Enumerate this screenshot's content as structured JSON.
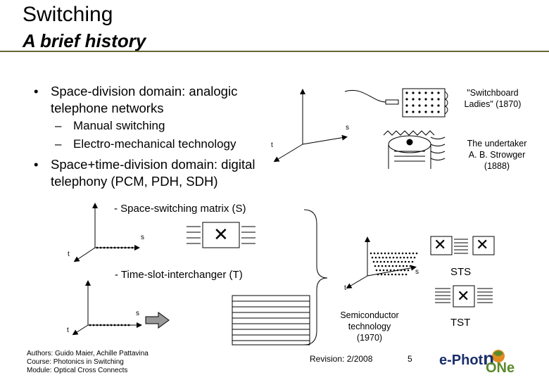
{
  "slide": {
    "title": "Switching",
    "subtitle": "A brief history",
    "bullet1_line1": "Space-division domain: analogic",
    "bullet1_line2": "telephone networks",
    "sub1": "Manual switching",
    "sub2": "Electro-mechanical technology",
    "bullet2_line1": "Space+time-division domain: digital",
    "bullet2_line2": "telephony (PCM, PDH, SDH)",
    "bullet_symbol": "•",
    "dash_symbol": "–"
  },
  "history": {
    "switchboard_line1": "\"Switchboard",
    "switchboard_line2": "Ladies\" (1870)",
    "undertaker_line1": "The undertaker",
    "undertaker_line2": "A. B. Strowger",
    "undertaker_line3": "(1888)"
  },
  "axes": {
    "s": "s",
    "t": "t"
  },
  "matrix": {
    "space_label": "- Space-switching matrix (S)",
    "tsi_label": "- Time-slot-interchanger (T)",
    "sts": "STS",
    "tst": "TST",
    "semi_line1": "Semiconductor",
    "semi_line2": "technology",
    "semi_line3": "(1970)",
    "cross": "✕"
  },
  "footer": {
    "authors": "Authors: Guido Maier, Achille Pattavina",
    "course": "Course: Photonics in Switching",
    "module": "Module: Optical Cross Connects",
    "revision": "Revision: 2/2008",
    "page": "5",
    "logo_a": "e-Phot",
    "logo_b": "n",
    "logo_c": "ONe"
  },
  "colors": {
    "rule": "#666633",
    "logo_blue": "#1a2f6b",
    "logo_green": "#5a8a2a",
    "logo_orange": "#e08a1e"
  }
}
